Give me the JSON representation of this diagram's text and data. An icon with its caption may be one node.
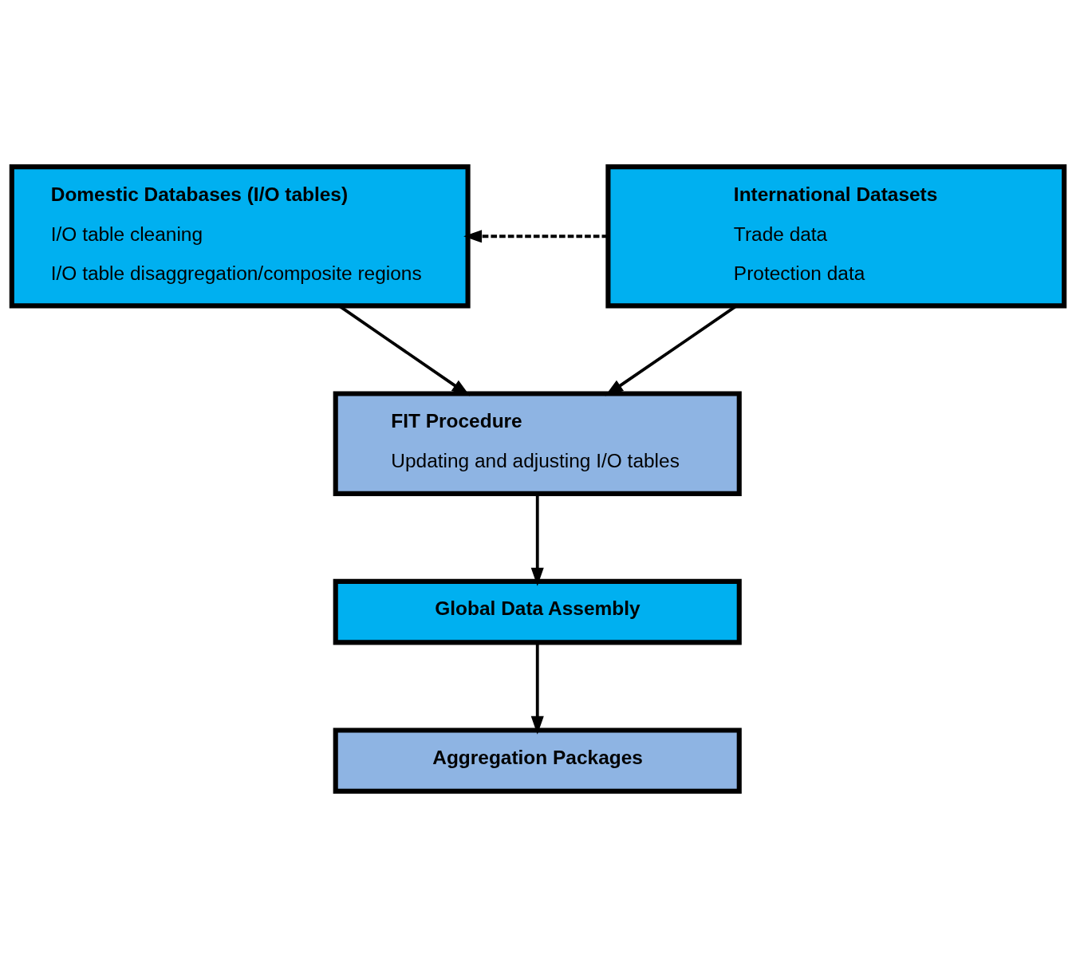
{
  "diagram": {
    "nodes": [
      {
        "text": [
          "Domestic Databases (I/O tables)",
          "I/O table cleaning",
          "I/O table disaggregation/composite regions"
        ]
      },
      {
        "text": [
          "International Datasets",
          "Trade data",
          "Protection data"
        ]
      },
      {
        "text": [
          "FIT Procedure",
          "Updating and adjusting I/O tables"
        ]
      },
      {
        "text": [
          "Global Data Assembly"
        ]
      },
      {
        "text": [
          "Aggregation Packages"
        ]
      }
    ],
    "edges": [
      {
        "from": 1,
        "to": 0,
        "arrow": "to",
        "style": "dashed"
      },
      {
        "from": 0,
        "to": 2,
        "arrow": "to"
      },
      {
        "from": 1,
        "to": 2,
        "arrow": "to"
      },
      {
        "from": 2,
        "to": 3,
        "arrow": "to"
      },
      {
        "from": 3,
        "to": 4,
        "arrow": "to"
      }
    ]
  }
}
